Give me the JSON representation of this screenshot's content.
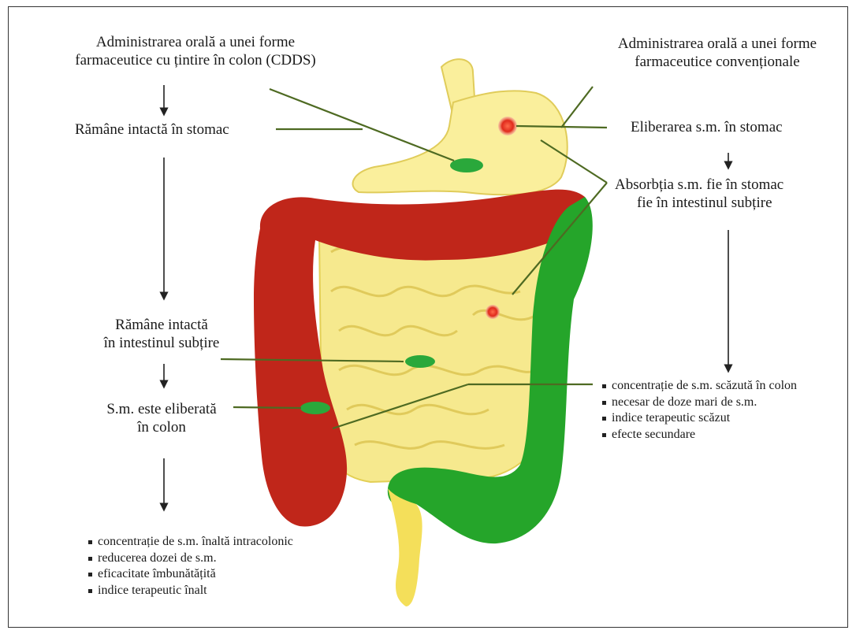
{
  "colors": {
    "small_intestine": "#f6e98e",
    "stomach": "#faef9c",
    "colon_red": "#c0261a",
    "colon_green": "#25a52a",
    "capsule": "#2aa83b",
    "drug_dot": "#e63a2a",
    "leader_line": "#4e6a22"
  },
  "left": {
    "top_label": "Administrarea orală a unei forme farmaceutice cu țintire în colon (CDDS)",
    "top_line1": "Administrarea orală a unei forme",
    "top_line2": "farmaceutice cu țintire în colon (CDDS)",
    "step_stomach": "Rămâne intactă în stomac",
    "step_small_line1": "Rămâne intactă",
    "step_small_line2": "în intestinul subțire",
    "step_colon_line1": "S.m. este eliberată",
    "step_colon_line2": "în colon",
    "outcomes": [
      "concentrație de s.m. înaltă intracolonic",
      "reducerea dozei de s.m.",
      "eficacitate îmbunătățită",
      "indice terapeutic înalt"
    ]
  },
  "right": {
    "top_line1": "Administrarea orală a unei forme",
    "top_line2": "farmaceutice convenționale",
    "step_release": "Eliberarea s.m. în stomac",
    "step_absorb_line1": "Absorbția s.m.  fie în stomac",
    "step_absorb_line2": "fie în intestinul subțire",
    "outcomes": [
      "concentrație de s.m. scăzută în colon",
      "necesar de doze mari de s.m.",
      "indice terapeutic scăzut",
      "efecte secundare"
    ]
  }
}
